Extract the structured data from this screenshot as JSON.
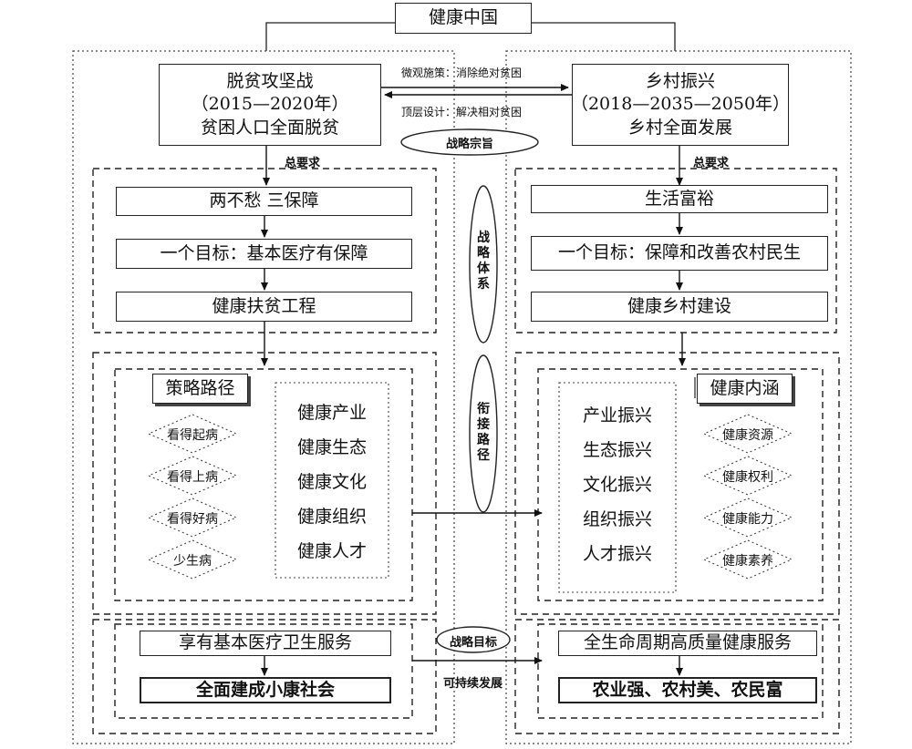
{
  "top_title": "健康中国",
  "left_main": {
    "line1": "脱贫攻坚战",
    "line2": "（2015—2020年）",
    "line3": "贫困人口全面脱贫"
  },
  "right_main": {
    "line1": "乡村振兴",
    "line2": "（2018—2035—2050年）",
    "line3": "乡村全面发展"
  },
  "arrow_top_label": "微观施策：消除绝对贫困",
  "arrow_bottom_label": "顶层设计：解决相对贫困",
  "strategy_purpose": "战略宗旨",
  "strategy_system": [
    "战",
    "略",
    "体",
    "系"
  ],
  "connect_path": [
    "衔",
    "接",
    "路",
    "径"
  ],
  "strategy_goal": "战略目标",
  "sustainable": "可持续发展",
  "general_req_left": "总要求",
  "general_req_right": "总要求",
  "left_req": [
    "两不愁  三保障",
    "一个目标：基本医疗有保障",
    "健康扶贫工程"
  ],
  "right_req": [
    "生活富裕",
    "一个目标：保障和改善农村民生",
    "健康乡村建设"
  ],
  "left_path_title": "策略路径",
  "left_diamonds": [
    "看得起病",
    "看得上病",
    "看得好病",
    "少生病"
  ],
  "left_list": [
    "健康产业",
    "健康生态",
    "健康文化",
    "健康组织",
    "健康人才"
  ],
  "right_list": [
    "产业振兴",
    "生态振兴",
    "文化振兴",
    "组织振兴",
    "人才振兴"
  ],
  "right_path_title": "健康内涵",
  "right_diamonds": [
    "健康资源",
    "健康权利",
    "健康能力",
    "健康素养"
  ],
  "left_goal": [
    "享有基本医疗卫生服务",
    "全面建成小康社会"
  ],
  "right_goal": [
    "全生命周期高质量健康服务",
    "农业强、农村美、农民富"
  ]
}
